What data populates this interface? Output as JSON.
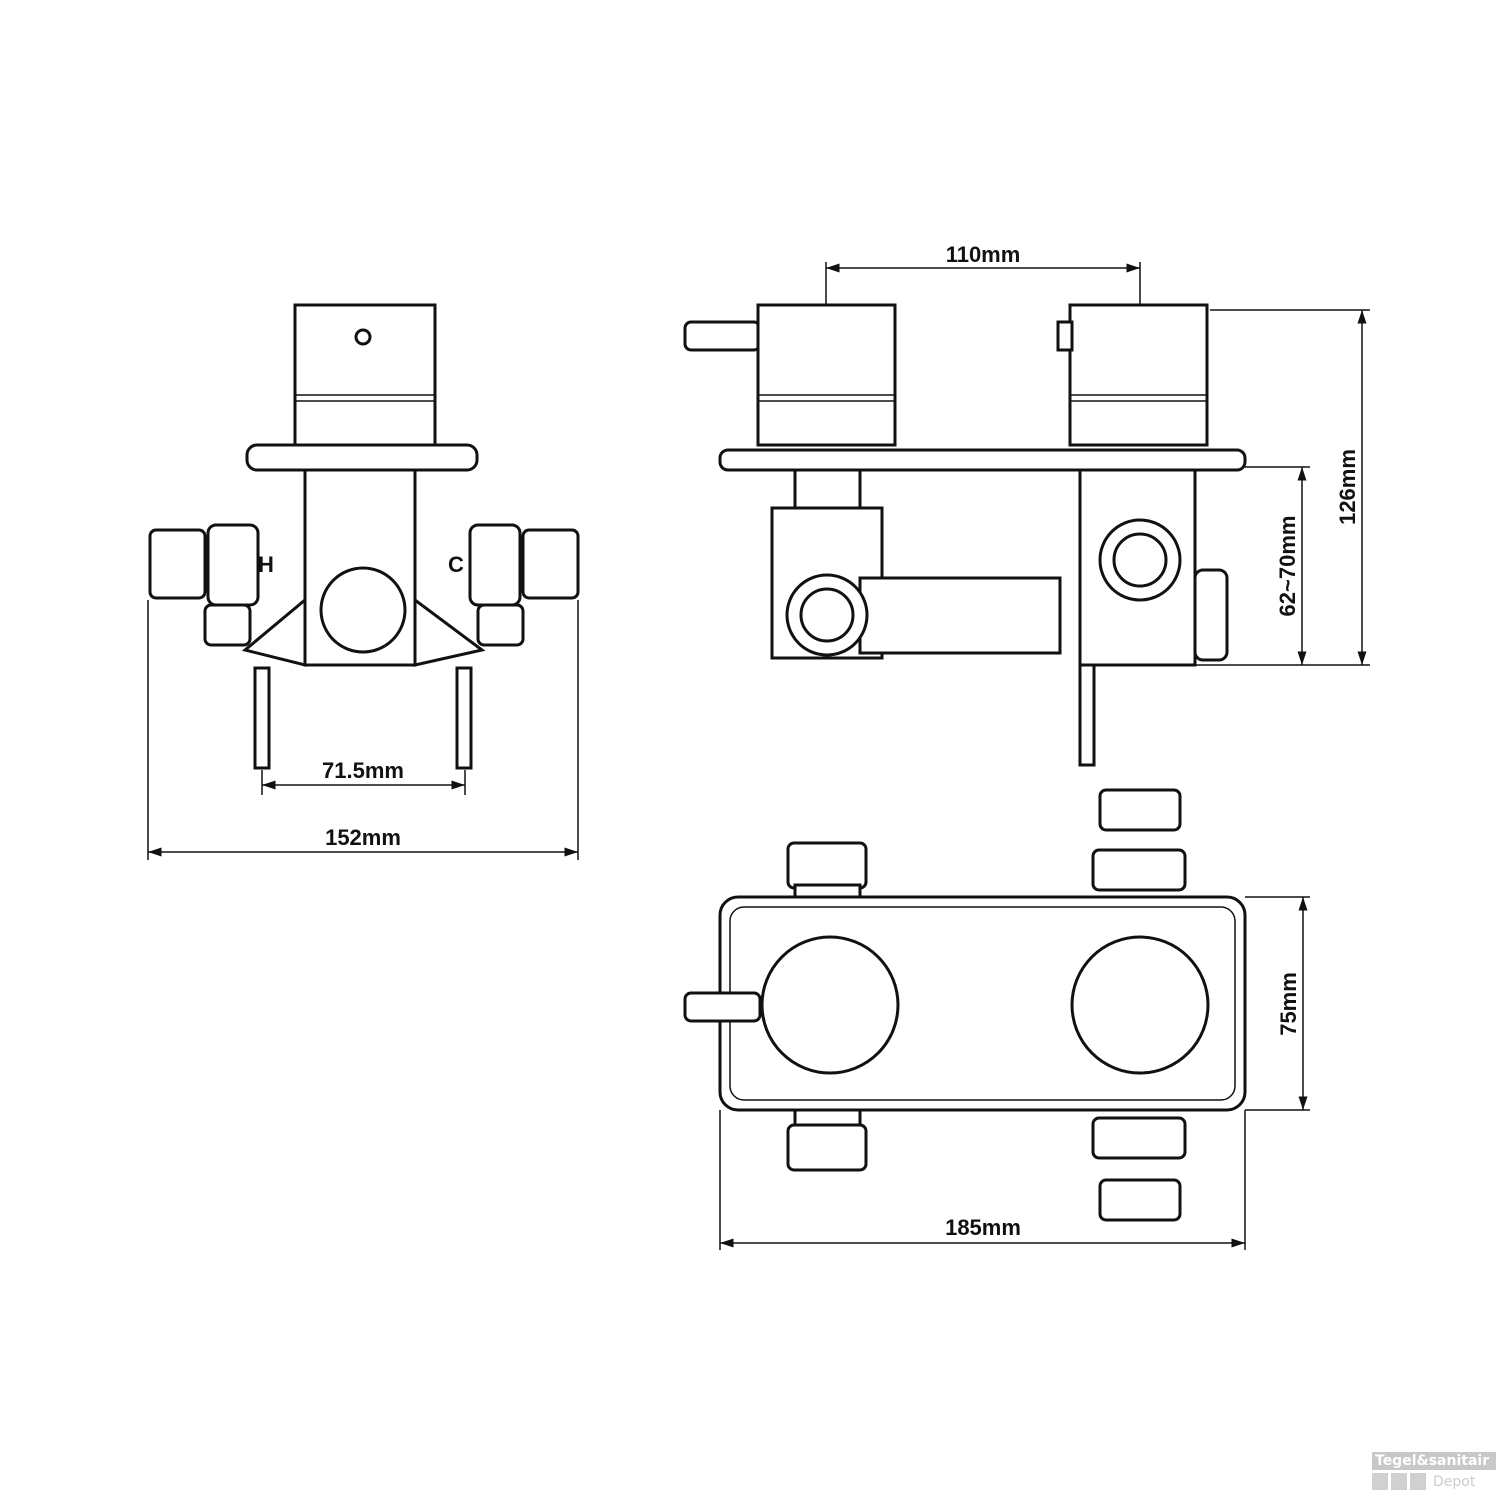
{
  "dimensions": {
    "front_spacing": "71.5mm",
    "front_width": "152mm",
    "knob_spacing": "110mm",
    "total_depth": "126mm",
    "wall_depth": "62~70mm",
    "plate_height": "75mm",
    "plate_width": "185mm"
  },
  "markings": {
    "hot": "H",
    "cold": "C"
  },
  "watermark": {
    "line1": "Tegel&sanitair",
    "line2": "Depot"
  }
}
